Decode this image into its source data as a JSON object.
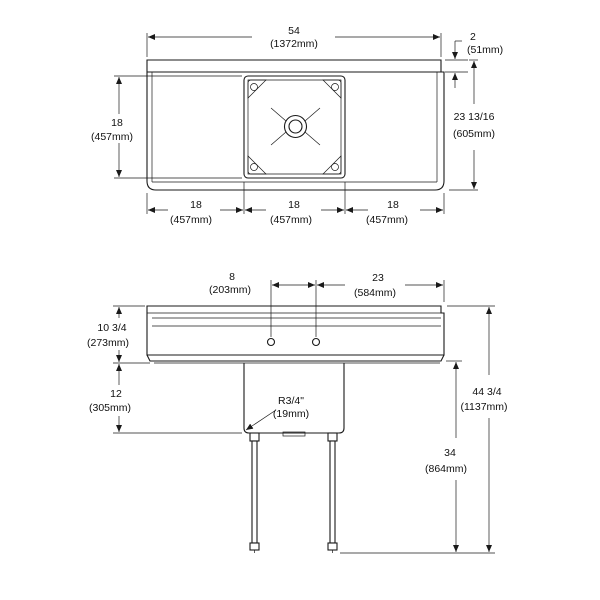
{
  "top_view": {
    "overall_width": {
      "value": "54",
      "metric": "(1372mm)"
    },
    "backsplash_height": {
      "value": "2",
      "metric": "(51mm)"
    },
    "overall_depth": {
      "value": "23 13/16",
      "metric": "(605mm)"
    },
    "bowl_front_to_back": {
      "value": "18",
      "metric": "(457mm)"
    },
    "left_drainboard": {
      "value": "18",
      "metric": "(457mm)"
    },
    "bowl_width": {
      "value": "18",
      "metric": "(457mm)"
    },
    "right_drainboard": {
      "value": "18",
      "metric": "(457mm)"
    }
  },
  "front_view": {
    "faucet_centers": {
      "value": "8",
      "metric": "(203mm)"
    },
    "faucet_to_edge": {
      "value": "23",
      "metric": "(584mm)"
    },
    "top_section_height": {
      "value": "10 3/4",
      "metric": "(273mm)"
    },
    "bowl_depth": {
      "value": "12",
      "metric": "(305mm)"
    },
    "corner_radius": {
      "value": "R3/4\"",
      "metric": "(19mm)"
    },
    "rim_height": {
      "value": "34",
      "metric": "(864mm)"
    },
    "overall_height": {
      "value": "44 3/4",
      "metric": "(1137mm)"
    }
  }
}
